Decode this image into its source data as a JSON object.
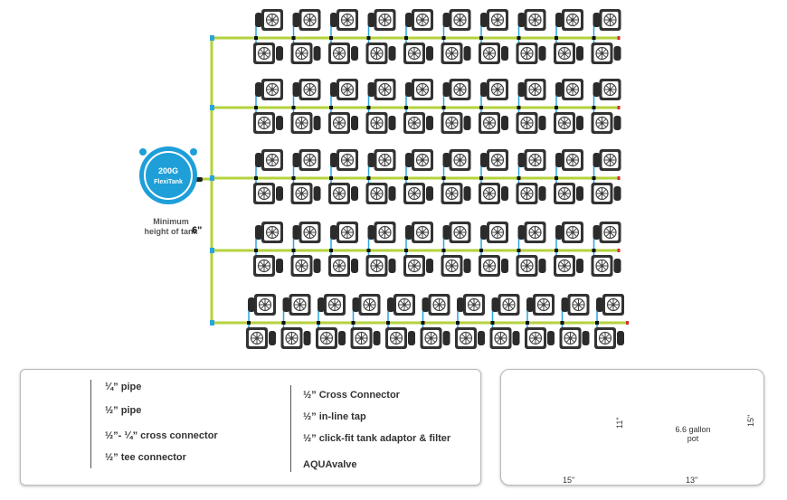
{
  "tank": {
    "capacity": "200G",
    "name": "FlexiTank"
  },
  "tank_note": {
    "line1": "Minimum",
    "line2": "height of tank",
    "height": "6\""
  },
  "system": {
    "rows": 5,
    "pots_per_row_standard": 20,
    "pots_per_row_last": 22
  },
  "colors": {
    "quarter_pipe": "#2aa5dc",
    "half_pipe": "#b4d23c",
    "tank_blue": "#1e9fd8",
    "pot_dark": "#333333"
  },
  "legend": {
    "quarter_pipe": "¼” pipe",
    "half_pipe": "½” pipe",
    "cross_connector_small": "½”- ¼” cross connector",
    "tee_connector": "½” tee connector",
    "cross_connector": "½” Cross Connector",
    "inline_tap": "½” in-line tap",
    "tank_adaptor": "½” click-fit tank adaptor & filter",
    "aquavalve": "AQUAvalve"
  },
  "pot_dims": {
    "pot_width": "15\"",
    "pot_height": "11\"",
    "tall_pot_label": "6.6 gallon pot",
    "tall_pot_width": "13\"",
    "tall_pot_height": "15\""
  }
}
